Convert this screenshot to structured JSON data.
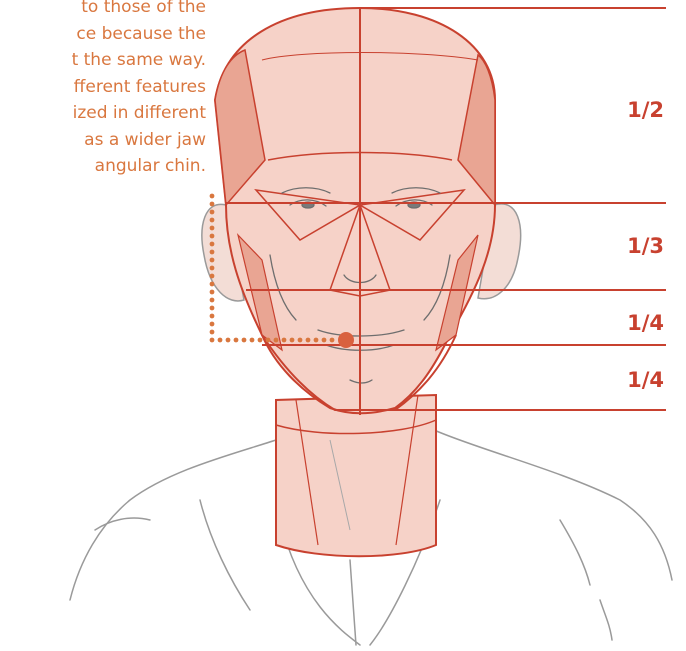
{
  "caption": {
    "text": "to those of the\nce because the\nt the same way.\nfferent features\nized in different\nas a wider jaw\nangular chin."
  },
  "ratios": [
    {
      "label": "1/2"
    },
    {
      "label": "1/3"
    },
    {
      "label": "1/4"
    },
    {
      "label": "1/4"
    }
  ],
  "colors": {
    "accent": "#d9613f",
    "guide_line": "#c8412f",
    "skin_fill": "#f6d2c8",
    "skin_shade": "#e9a593",
    "sketch": "#8a8a8a",
    "caption_text": "#d9773f"
  }
}
